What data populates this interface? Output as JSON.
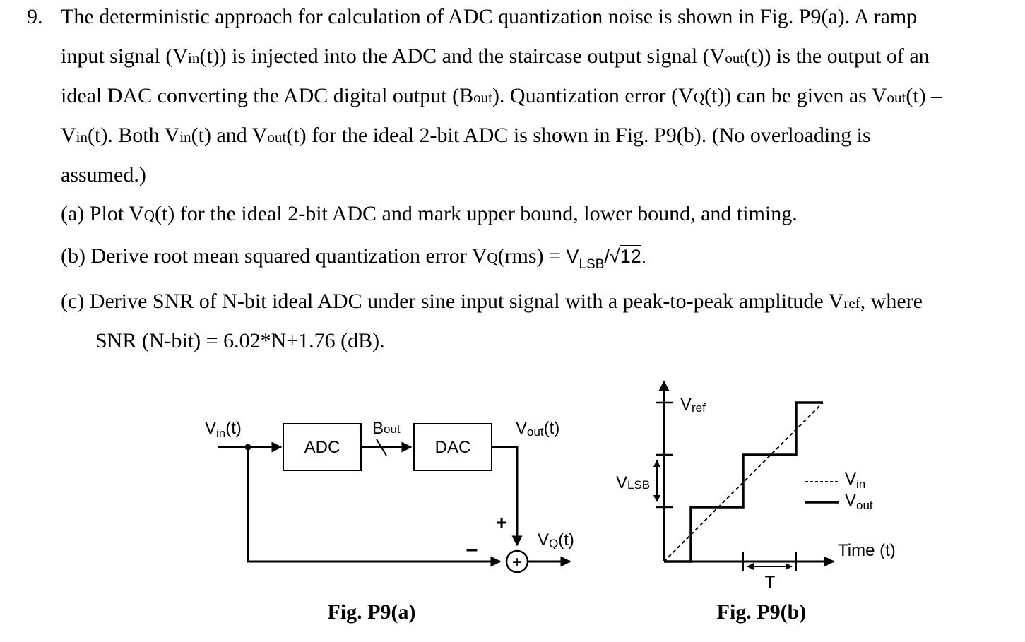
{
  "problem": {
    "number": "9.",
    "line1": "The deterministic approach for calculation of ADC quantization noise is shown in Fig. P9(a). A ramp",
    "line2": {
      "t1": "input signal (V",
      "s1": "in",
      "t2": "(t)) is injected into the ADC and the staircase output signal (V",
      "s2": "out",
      "t3": "(t)) is the output of an"
    },
    "line3": {
      "t1": "ideal DAC converting the ADC digital output (B",
      "s1": "out",
      "t2": "). Quantization error (V",
      "s2": "Q",
      "t3": "(t)) can be given as V",
      "s3": "out",
      "t4": "(t) –"
    },
    "line4": {
      "t1": "V",
      "s1": "in",
      "t2": "(t). Both V",
      "s2": "in",
      "t3": "(t) and V",
      "s3": "out",
      "t4": "(t) for the ideal 2-bit ADC is shown in Fig. P9(b). (No overloading is"
    },
    "line5": "assumed.)",
    "part_a": {
      "t1": "(a) Plot V",
      "s1": "Q",
      "t2": "(t) for the ideal 2-bit ADC and mark upper bound, lower bound, and timing."
    },
    "part_b": {
      "t1": "(b) Derive root mean squared quantization error V",
      "s1": "Q",
      "t2": "(rms) =",
      "f_v": "V",
      "f_sub": "LSB",
      "f_slash": "/",
      "f_rad": "12",
      "f_end": "."
    },
    "part_c": {
      "t1": "(c) Derive SNR of N-bit ideal ADC under sine input signal with a peak-to-peak amplitude V",
      "s1": "ref",
      "t2": ", where",
      "line2": "SNR (N-bit) = 6.02*N+1.76 (dB)."
    }
  },
  "fig_a": {
    "caption": "Fig. P9(a)",
    "vin_label": "V",
    "vin_sub": "in",
    "vin_t": "(t)",
    "adc_label": "ADC",
    "bout_label": "B",
    "bout_sub": "out",
    "dac_label": "DAC",
    "vout_label": "V",
    "vout_sub": "out",
    "vout_t": "(t)",
    "plus_sign": "+",
    "minus_sign": "–",
    "summer_sign": "+",
    "vq_label": "V",
    "vq_sub": "Q",
    "vq_t": "(t)"
  },
  "fig_b": {
    "caption": "Fig. P9(b)",
    "vref_label": "V",
    "vref_sub": "ref",
    "vlsb_label": "V",
    "vlsb_sub": "LSB",
    "legend_vin": "V",
    "legend_vin_sub": "in",
    "legend_vout": "V",
    "legend_vout_sub": "out",
    "time_label": "Time (t)",
    "period_label": "T"
  }
}
